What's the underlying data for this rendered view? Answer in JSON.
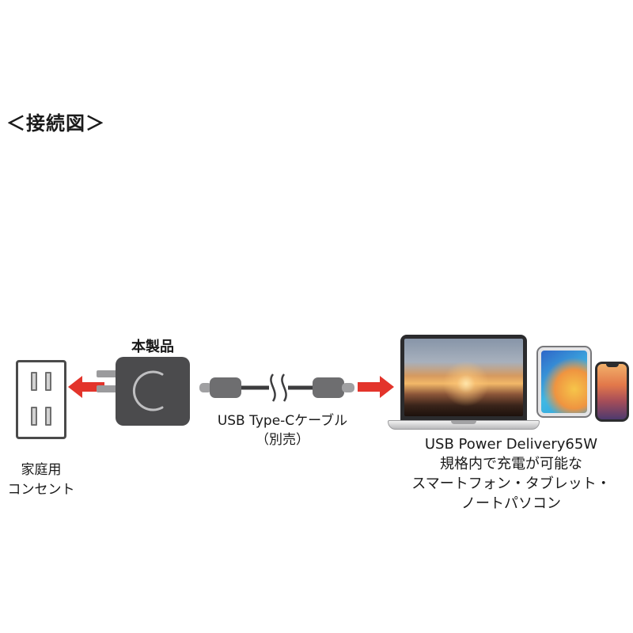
{
  "page": {
    "title": "＜接続図＞"
  },
  "outlet": {
    "label": [
      "家庭用",
      "コンセント"
    ]
  },
  "adapter": {
    "label": "本製品"
  },
  "cable": {
    "label": [
      "USB Type-Cケーブル",
      "（別売）"
    ]
  },
  "devices": {
    "caption": [
      "USB Power Delivery65W",
      "規格内で充電が可能な",
      "スマートフォン・タブレット・",
      "ノートパソコン"
    ]
  },
  "colors": {
    "arrow_red": "#e3342b",
    "adapter_gray": "#4b4b4d",
    "cable_dark": "#3c3c3e",
    "connector_gray": "#6e6e70",
    "tip_gray": "#a0a0a2"
  }
}
